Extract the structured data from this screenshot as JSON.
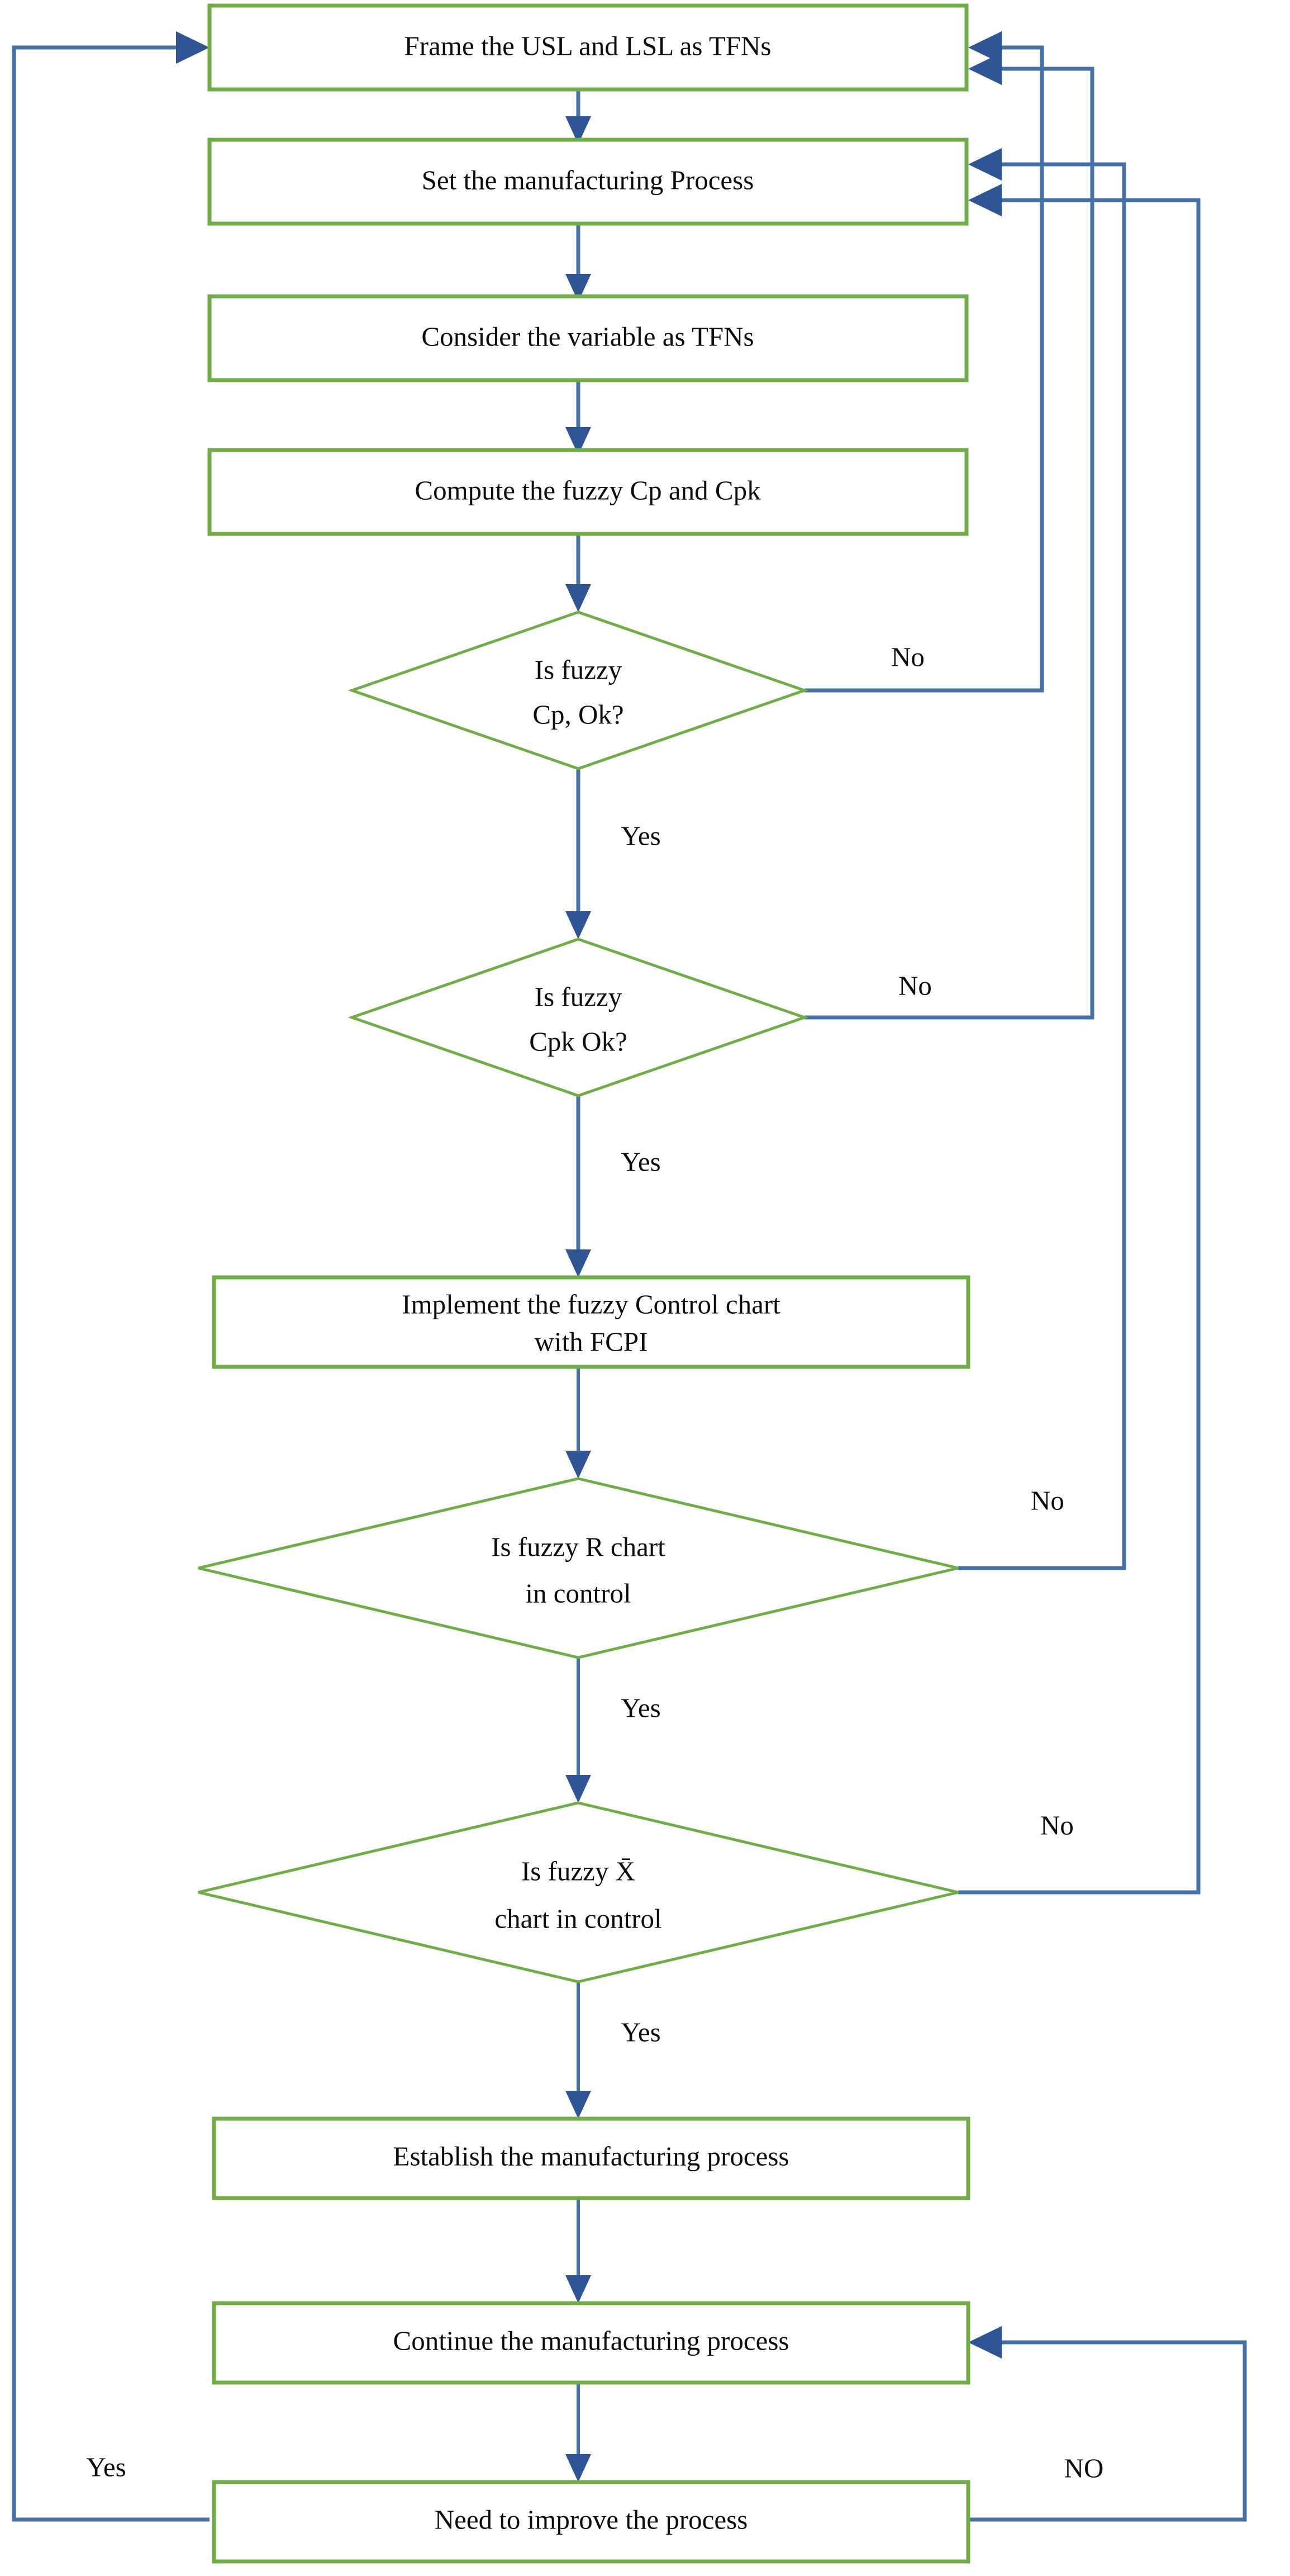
{
  "diagram": {
    "title": "Fuzzy process capability and control chart flowchart",
    "colors": {
      "node_border": "#70ad47",
      "node_fill": "#ffffff",
      "connector": "#4472a8",
      "arrow_head": "#2f5597",
      "text": "#0d0d0d",
      "background": "#ffffff"
    }
  },
  "nodes": [
    {
      "id": "n1",
      "shape": "process",
      "line1": "Frame the USL and LSL as TFNs",
      "line2": ""
    },
    {
      "id": "n2",
      "shape": "process",
      "line1": "Set the manufacturing Process",
      "line2": ""
    },
    {
      "id": "n3",
      "shape": "process",
      "line1": "Consider the variable as TFNs",
      "line2": ""
    },
    {
      "id": "n4",
      "shape": "process",
      "line1": "Compute the fuzzy Cp and Cpk",
      "line2": ""
    },
    {
      "id": "d1",
      "shape": "decision",
      "line1": "Is fuzzy",
      "line2": "Cp, Ok?"
    },
    {
      "id": "d2",
      "shape": "decision",
      "line1": "Is fuzzy",
      "line2": "Cpk Ok?"
    },
    {
      "id": "n5",
      "shape": "process",
      "line1": "Implement the fuzzy Control chart",
      "line2": "with FCPI"
    },
    {
      "id": "d3",
      "shape": "decision",
      "line1": "Is fuzzy R chart",
      "line2": "in control"
    },
    {
      "id": "d4",
      "shape": "decision",
      "line1": "Is fuzzy X̄",
      "line2": "chart in control"
    },
    {
      "id": "n6",
      "shape": "process",
      "line1": "Establish the manufacturing process",
      "line2": ""
    },
    {
      "id": "n7",
      "shape": "process",
      "line1": "Continue the manufacturing process",
      "line2": ""
    },
    {
      "id": "n8",
      "shape": "process",
      "line1": "Need to improve the process",
      "line2": ""
    }
  ],
  "edge_labels": {
    "d1_no": "No",
    "d1_yes": "Yes",
    "d2_no": "No",
    "d2_yes": "Yes",
    "d3_no": "No",
    "d3_yes": "Yes",
    "d4_no": "No",
    "d4_yes": "Yes",
    "n8_yes": "Yes",
    "n8_no": "NO"
  },
  "chart_data": {
    "type": "table",
    "title": "Fuzzy process capability and control chart flowchart",
    "flow_steps": [
      "Frame the USL and LSL as TFNs",
      "Set the manufacturing Process",
      "Consider the variable as TFNs",
      "Compute the fuzzy Cp and Cpk",
      "Is fuzzy Cp, Ok?",
      "Is fuzzy Cpk Ok?",
      "Implement the fuzzy Control chart with FCPI",
      "Is fuzzy R chart in control",
      "Is fuzzy X̄ chart in control",
      "Establish the manufacturing process",
      "Continue the manufacturing process",
      "Need to improve the process"
    ],
    "edges": [
      {
        "from": "Frame the USL and LSL as TFNs",
        "to": "Set the manufacturing Process",
        "label": ""
      },
      {
        "from": "Set the manufacturing Process",
        "to": "Consider the variable as TFNs",
        "label": ""
      },
      {
        "from": "Consider the variable as TFNs",
        "to": "Compute the fuzzy Cp and Cpk",
        "label": ""
      },
      {
        "from": "Compute the fuzzy Cp and Cpk",
        "to": "Is fuzzy Cp, Ok?",
        "label": ""
      },
      {
        "from": "Is fuzzy Cp, Ok?",
        "to": "Frame the USL and LSL as TFNs",
        "label": "No"
      },
      {
        "from": "Is fuzzy Cp, Ok?",
        "to": "Is fuzzy Cpk Ok?",
        "label": "Yes"
      },
      {
        "from": "Is fuzzy Cpk Ok?",
        "to": "Frame the USL and LSL as TFNs",
        "label": "No"
      },
      {
        "from": "Is fuzzy Cpk Ok?",
        "to": "Implement the fuzzy Control chart with FCPI",
        "label": "Yes"
      },
      {
        "from": "Implement the fuzzy Control chart with FCPI",
        "to": "Is fuzzy R chart in control",
        "label": ""
      },
      {
        "from": "Is fuzzy R chart in control",
        "to": "Set the manufacturing Process",
        "label": "No"
      },
      {
        "from": "Is fuzzy R chart in control",
        "to": "Is fuzzy X̄ chart in control",
        "label": "Yes"
      },
      {
        "from": "Is fuzzy X̄ chart in control",
        "to": "Set the manufacturing Process",
        "label": "No"
      },
      {
        "from": "Is fuzzy X̄ chart in control",
        "to": "Establish the manufacturing process",
        "label": "Yes"
      },
      {
        "from": "Establish the manufacturing process",
        "to": "Continue the manufacturing process",
        "label": ""
      },
      {
        "from": "Continue the manufacturing process",
        "to": "Need to improve the process",
        "label": ""
      },
      {
        "from": "Need to improve the process",
        "to": "Frame the USL and LSL as TFNs",
        "label": "Yes"
      },
      {
        "from": "Need to improve the process",
        "to": "Continue the manufacturing process",
        "label": "NO"
      }
    ]
  }
}
